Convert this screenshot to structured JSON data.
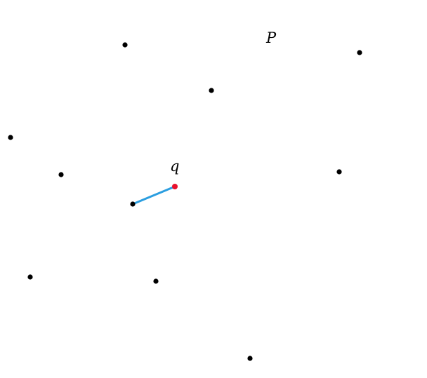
{
  "labels": {
    "set": "P",
    "query": "q"
  },
  "colors": {
    "point": "#000000",
    "query_point": "#e8112d",
    "nearest_segment": "#2b9ee0"
  },
  "points": [
    {
      "id": "p1"
    },
    {
      "id": "p2"
    },
    {
      "id": "p3"
    },
    {
      "id": "p4"
    },
    {
      "id": "p5"
    },
    {
      "id": "p6"
    },
    {
      "id": "p7"
    },
    {
      "id": "p8"
    },
    {
      "id": "p9"
    },
    {
      "id": "p10"
    }
  ],
  "nearest_neighbor": "p6"
}
